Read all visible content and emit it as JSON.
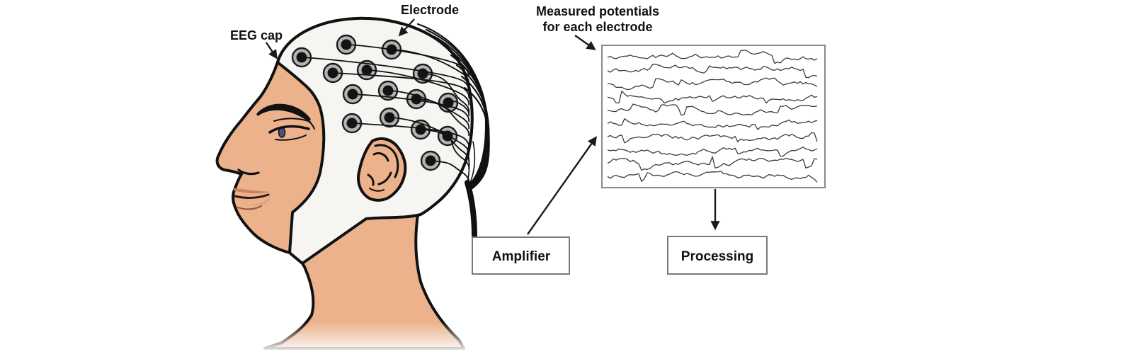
{
  "diagram": {
    "labels": {
      "eeg_cap": "EEG cap",
      "electrode": "Electrode",
      "measured_potentials_line1": "Measured potentials",
      "measured_potentials_line2": "for each electrode",
      "amplifier": "Amplifier",
      "processing": "Processing"
    },
    "eeg_display": {
      "trace_count": 10
    },
    "colors": {
      "background": "#ffffff",
      "skin": "#ebb28c",
      "lips": "#cf8260",
      "lower_lip": "#dd9e7e",
      "lip_shadow": "#9c5a42",
      "cap": "#f6f5f1",
      "outline": "#111111",
      "electrode_ring": "#b3b3b3",
      "electrode_core": "#141414",
      "iris": "#4f4f7a",
      "box_border": "#7a7a7a",
      "trace": "#3b3b3b",
      "arrow": "#1a1a1a"
    }
  }
}
